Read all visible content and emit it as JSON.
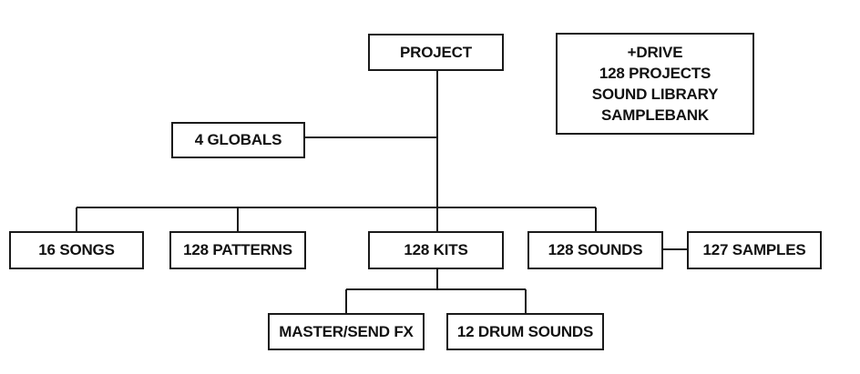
{
  "diagram": {
    "nodes": {
      "project": "PROJECT",
      "globals": "4 GLOBALS",
      "songs": "16 SONGS",
      "patterns": "128 PATTERNS",
      "kits": "128 KITS",
      "sounds": "128 SOUNDS",
      "samples": "127 SAMPLES",
      "master_send_fx": "MASTER/SEND FX",
      "drum_sounds": "12 DRUM SOUNDS"
    },
    "drive_box": {
      "lines": [
        "+DRIVE",
        "128 PROJECTS",
        "SOUND LIBRARY",
        "SAMPLEBANK"
      ]
    },
    "colors": {
      "line": "#1a1a1a",
      "text": "#111111",
      "background": "#ffffff"
    }
  }
}
